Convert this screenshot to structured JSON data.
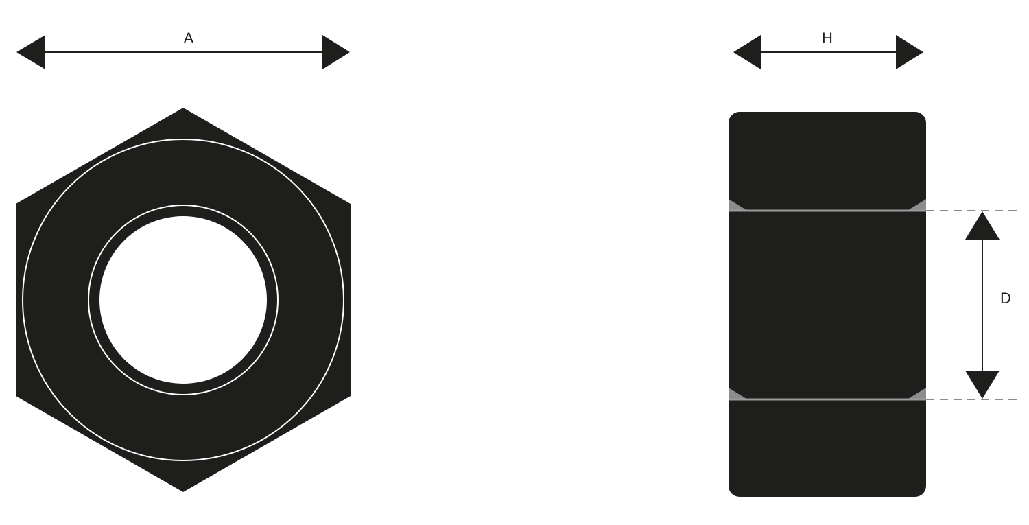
{
  "colors": {
    "body": "#1e1e1c",
    "outline": "#ffffff",
    "dimension": "#1e1e1c",
    "extension_line": "#8a8a8a",
    "chamfer": "#8c8c8c",
    "background": "#ffffff"
  },
  "labels": {
    "across_flats": "A",
    "height": "H",
    "thread_diameter": "D"
  }
}
